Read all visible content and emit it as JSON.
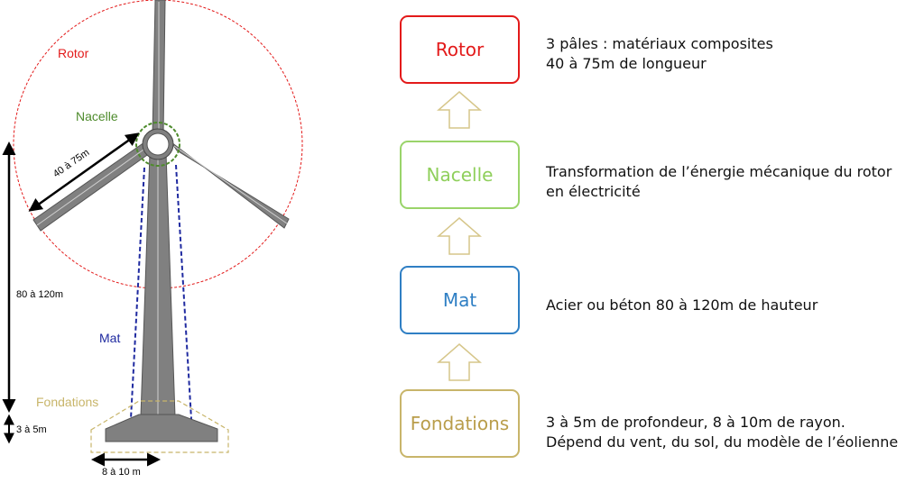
{
  "diagram": {
    "labels": {
      "rotor": "Rotor",
      "nacelle": "Nacelle",
      "mat": "Mat",
      "fondations": "Fondations",
      "blade_length": "40 à 75m",
      "tower_height": "80 à 120m",
      "foundation_depth": "3 à 5m",
      "foundation_radius": "8 à 10 m"
    },
    "colors": {
      "rotor": "#e31a1a",
      "nacelle": "#4e8b2c",
      "mat": "#1f2aa0",
      "fondations": "#c8b56a",
      "structure": "#808080"
    }
  },
  "flow": {
    "boxes": [
      {
        "key": "rotor",
        "label": "Rotor",
        "color": "#e31a1a",
        "border": "#e31a1a"
      },
      {
        "key": "nacelle",
        "label": "Nacelle",
        "color": "#8fcf5b",
        "border": "#9ad46a"
      },
      {
        "key": "mat",
        "label": "Mat",
        "color": "#2f7fc4",
        "border": "#2f7fc4"
      },
      {
        "key": "fondations",
        "label": "Fondations",
        "color": "#b99d4a",
        "border": "#c8b56a"
      }
    ],
    "arrow_color": "#d6c68a"
  },
  "descriptions": {
    "rotor": [
      "3 pâles : matériaux composites",
      "40 à 75m de longueur"
    ],
    "nacelle": [
      "Transformation de l’énergie mécanique du rotor",
      "en électricité"
    ],
    "mat": [
      "Acier ou béton 80 à 120m de hauteur"
    ],
    "fondations": [
      "3 à 5m de profondeur, 8 à 10m de rayon.",
      "Dépend du vent, du sol, du modèle de l’éolienne"
    ]
  }
}
